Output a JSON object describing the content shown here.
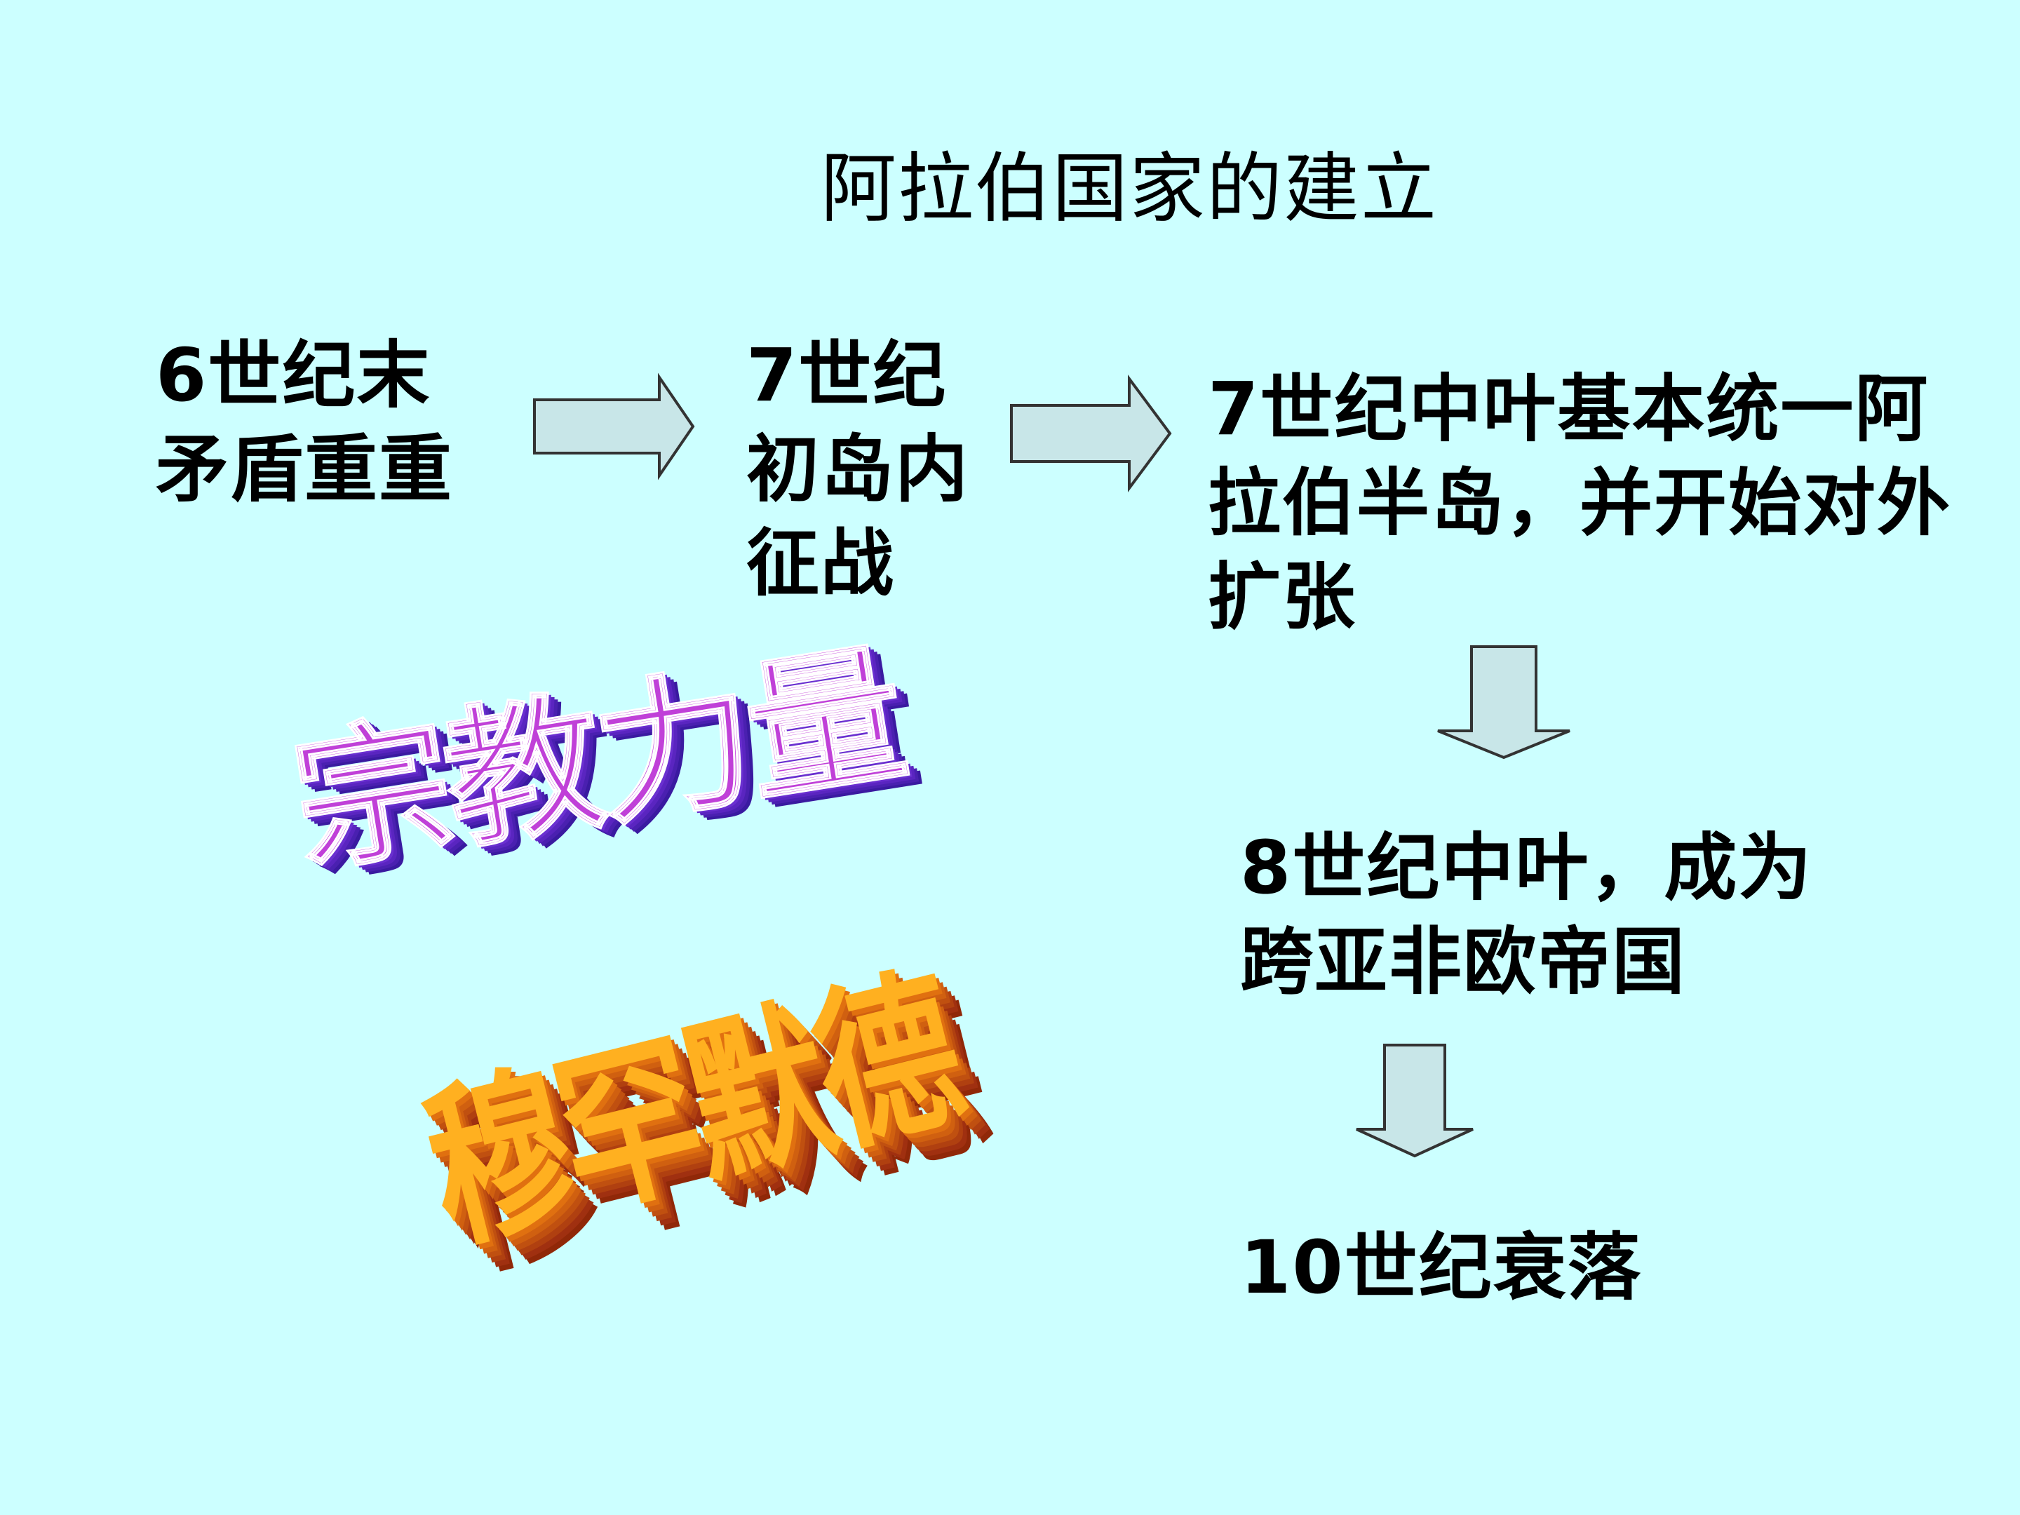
{
  "title": "阿拉伯国家的建立",
  "nodes": {
    "n1": {
      "lines": [
        "6世纪末",
        "矛盾重重"
      ]
    },
    "n2": {
      "lines": [
        "7世纪",
        "初岛内",
        "征战"
      ]
    },
    "n3": {
      "lines": [
        "7世纪中叶基本统一阿",
        "拉伯半岛，并开始对外",
        "扩张"
      ]
    },
    "n4": {
      "lines": [
        "8世纪中叶，成为",
        "跨亚非欧帝国"
      ]
    },
    "n5": {
      "lines": [
        "10世纪衰落"
      ]
    }
  },
  "wordart": {
    "religion": "宗教力量",
    "muhammad": "穆罕默德"
  },
  "colors": {
    "background": "#ccffff",
    "arrow_fill": "#c8e6e8",
    "arrow_stroke": "#333333",
    "religion_text": "#c040d8",
    "muhammad_text": "#ffb020"
  }
}
